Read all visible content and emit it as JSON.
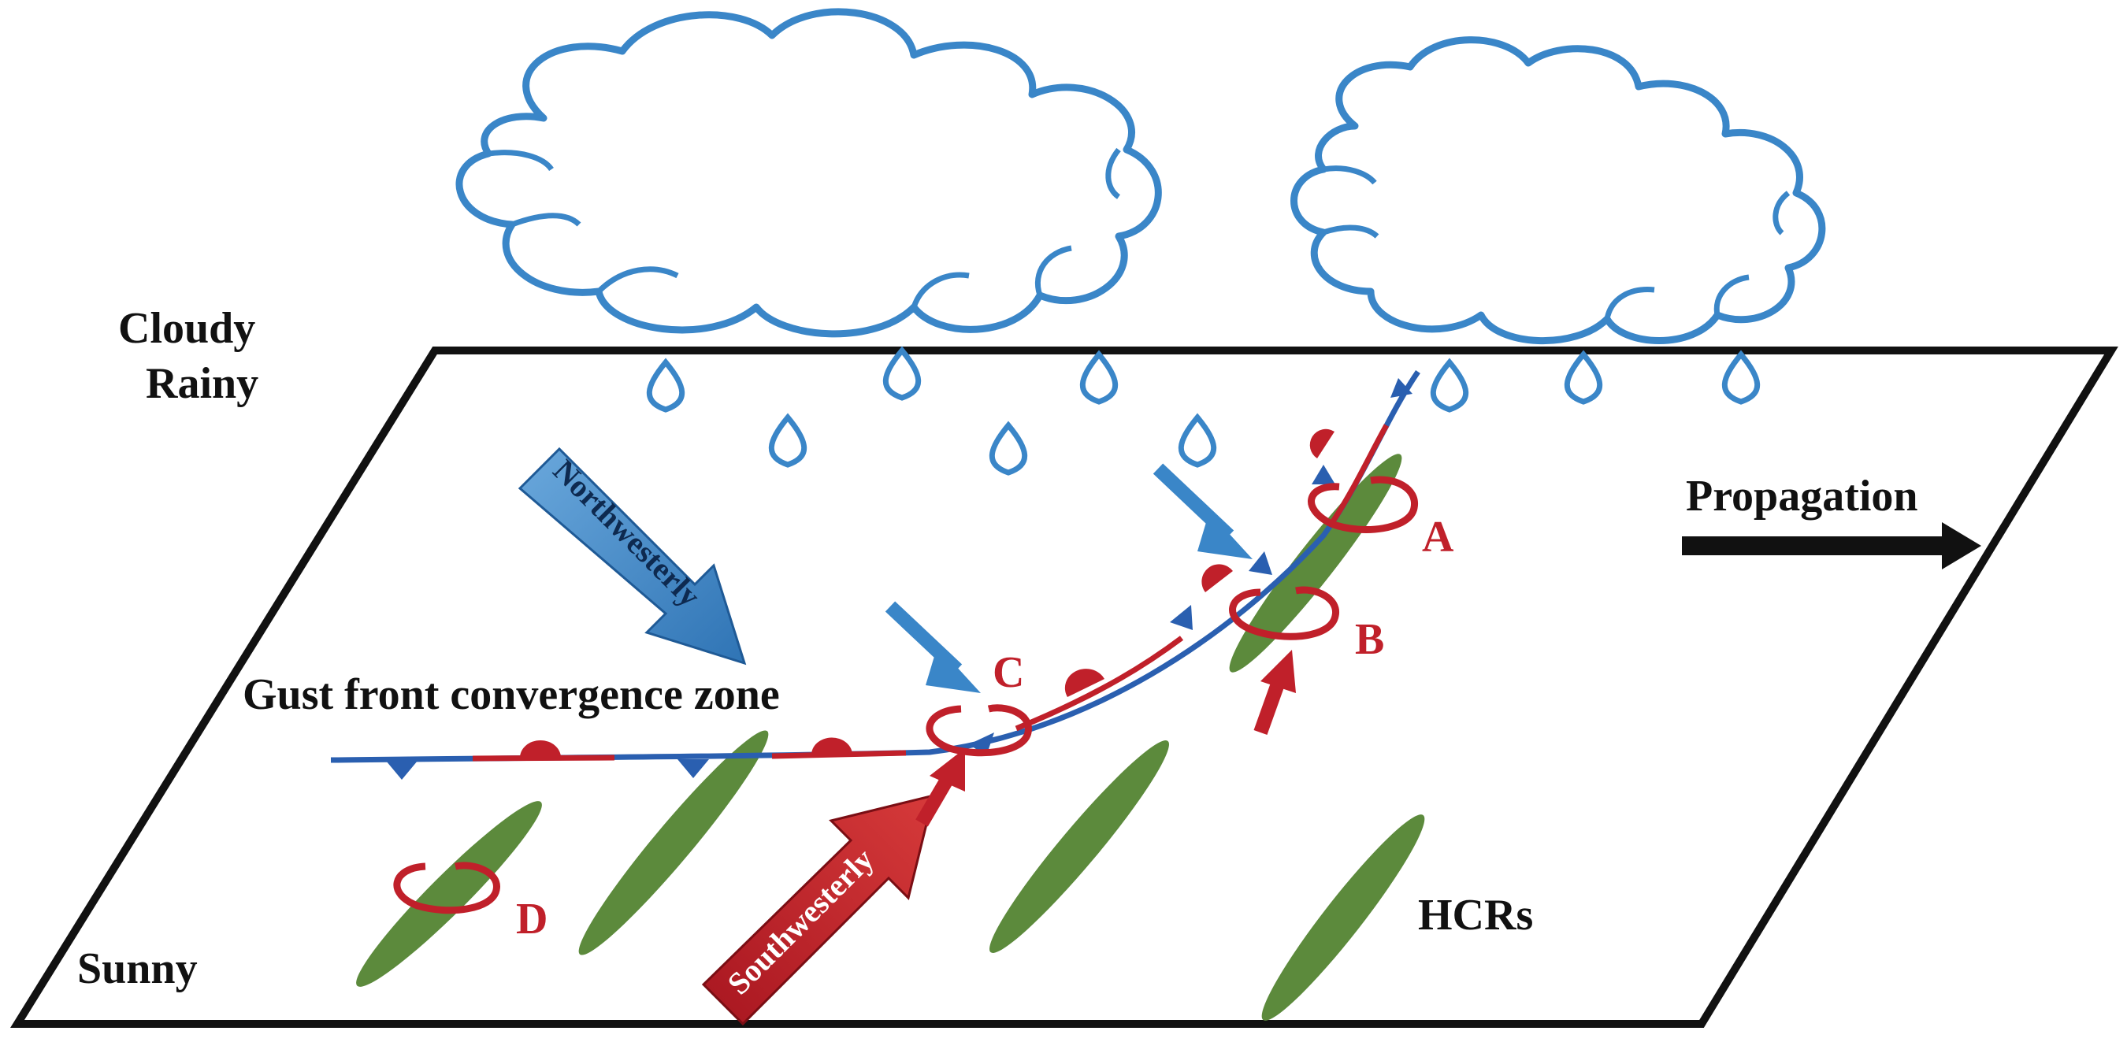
{
  "labels": {
    "cloudy": "Cloudy",
    "rainy": "Rainy",
    "sunny": "Sunny",
    "propagation": "Propagation",
    "northwesterly": "Northwesterly",
    "southwesterly": "Southwesterly",
    "gust_front": "Gust front convergence zone",
    "hcrs": "HCRs",
    "point_a": "A",
    "point_b": "B",
    "point_c": "C",
    "point_d": "D"
  },
  "colors": {
    "cloud_blue": "#3a86c8",
    "wind_red": "#c0202a",
    "roll_green": "#5c8a3c",
    "black": "#111111"
  }
}
